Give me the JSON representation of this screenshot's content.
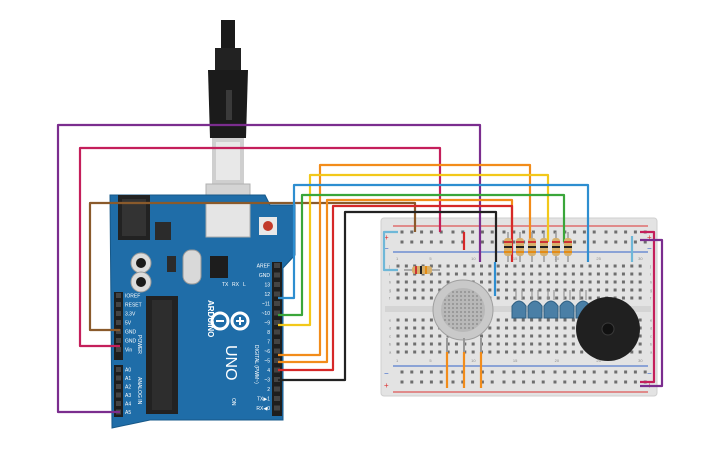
{
  "board": {
    "brand": "ARDUINO",
    "model": "UNO",
    "digital_header": "DIGITAL (PWM~)",
    "analog_header": "ANALOG IN",
    "power_header": "POWER",
    "tx_label": "TX",
    "rx_label": "RX",
    "on_label": "ON",
    "l_label": "L",
    "digital_pins": [
      "AREF",
      "GND",
      "13",
      "12",
      "~11",
      "~10",
      "~9",
      "8",
      "7",
      "~6",
      "~5",
      "4",
      "~3",
      "2",
      "TX▶1",
      "RX◀0"
    ],
    "power_pins": [
      "IOREF",
      "RESET",
      "3.3V",
      "5V",
      "GND",
      "GND",
      "Vin"
    ],
    "analog_pins": [
      "A0",
      "A1",
      "A2",
      "A3",
      "A4",
      "A5"
    ]
  },
  "breadboard": {
    "rail_plus": "+",
    "rail_minus": "−",
    "row_letters_top": [
      "j",
      "i",
      "h",
      "g",
      "f"
    ],
    "row_letters_bottom": [
      "e",
      "d",
      "c",
      "b",
      "a"
    ],
    "column_numbers": [
      "1",
      "5",
      "10",
      "15",
      "20",
      "25",
      "30"
    ]
  },
  "colors": {
    "board_blue": "#1f6da8",
    "breadboard": "#e3e3e3",
    "wire_purple": "#7b2d8e",
    "wire_pink": "#c41f5b",
    "wire_brown": "#8a5a2b",
    "wire_orange": "#f28c1a",
    "wire_yellow": "#f2c81a",
    "wire_green": "#3aa63a",
    "wire_blue": "#2e8ed0",
    "wire_red": "#d62828",
    "wire_black": "#222222",
    "wire_cyan": "#6fb8d8",
    "led": "#4a7fa6",
    "resistor_body": "#d7b06b"
  },
  "components": {
    "usb": "usb-cable",
    "gas_sensor": "gas-sensor",
    "buzzer": "piezo-buzzer",
    "leds": 5,
    "resistors": 6
  }
}
